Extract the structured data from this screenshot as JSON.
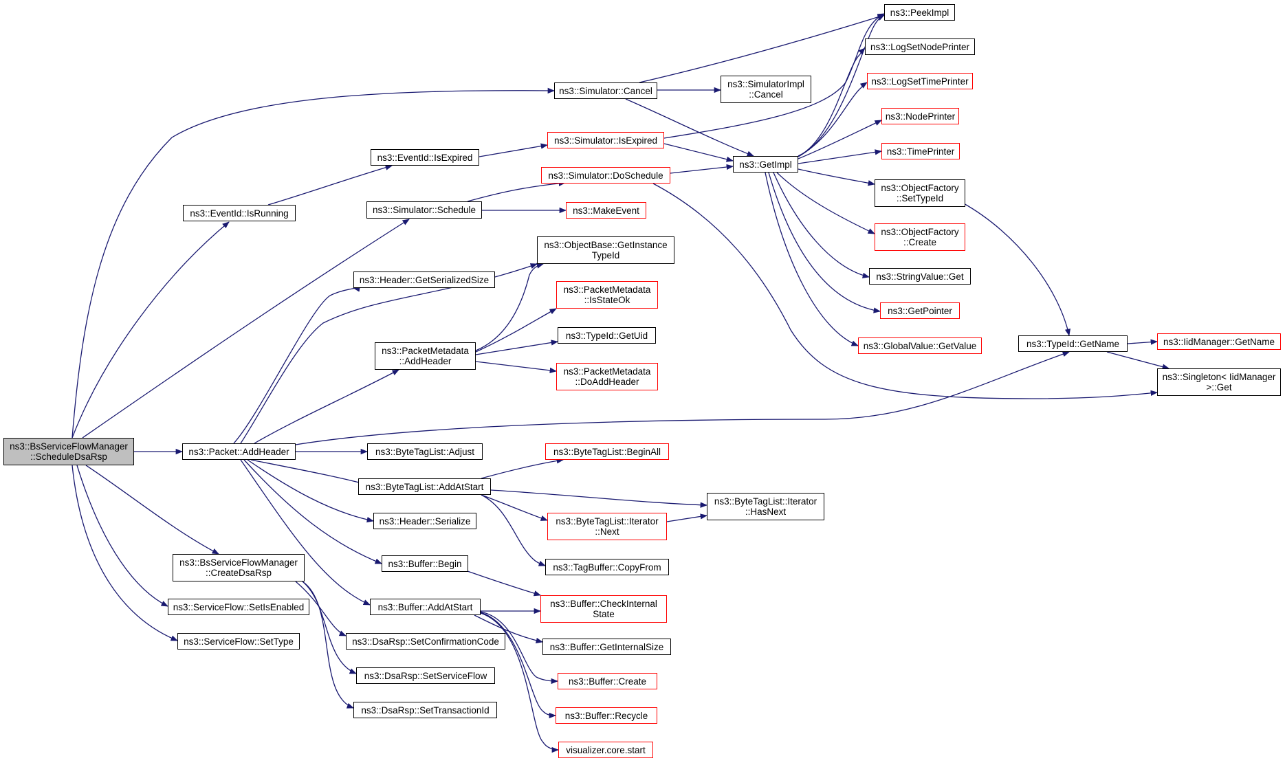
{
  "colors": {
    "edge": "#191970",
    "red_border": "#ff0000",
    "root_fill": "#bfbfbf"
  },
  "nodes": {
    "root": "ns3::BsServiceFlowManager\n::ScheduleDsaRsp",
    "eventid_isrunning": "ns3::EventId::IsRunning",
    "sim_schedule": "ns3::Simulator::Schedule",
    "packet_addheader": "ns3::Packet::AddHeader",
    "createdsarsp": "ns3::BsServiceFlowManager\n::CreateDsaRsp",
    "sf_setisenabled": "ns3::ServiceFlow::SetIsEnabled",
    "sf_settype": "ns3::ServiceFlow::SetType",
    "sim_cancel": "ns3::Simulator::Cancel",
    "eventid_isexpired": "ns3::EventId::IsExpired",
    "header_getserializedsize": "ns3::Header::GetSerializedSize",
    "pm_addheader": "ns3::PacketMetadata\n::AddHeader",
    "btl_adjust": "ns3::ByteTagList::Adjust",
    "btl_addatstart": "ns3::ByteTagList::AddAtStart",
    "header_serialize": "ns3::Header::Serialize",
    "buffer_begin": "ns3::Buffer::Begin",
    "buffer_addatstart": "ns3::Buffer::AddAtStart",
    "dsarsp_setconfirmationcode": "ns3::DsaRsp::SetConfirmationCode",
    "dsarsp_setserviceflow": "ns3::DsaRsp::SetServiceFlow",
    "dsarsp_settransactionid": "ns3::DsaRsp::SetTransactionId",
    "sim_isexpired": "ns3::Simulator::IsExpired",
    "sim_doschedule": "ns3::Simulator::DoSchedule",
    "makeevent": "ns3::MakeEvent",
    "objectbase_getinstancetypeid": "ns3::ObjectBase::GetInstance\nTypeId",
    "pm_isstateok": "ns3::PacketMetadata\n::IsStateOk",
    "typeid_getuid": "ns3::TypeId::GetUid",
    "pm_doaddheader": "ns3::PacketMetadata\n::DoAddHeader",
    "btl_beginall": "ns3::ByteTagList::BeginAll",
    "btl_iterator_next": "ns3::ByteTagList::Iterator\n::Next",
    "tagbuffer_copyfrom": "ns3::TagBuffer::CopyFrom",
    "buffer_checkinternalstate": "ns3::Buffer::CheckInternal\nState",
    "buffer_getinternalsize": "ns3::Buffer::GetInternalSize",
    "buffer_create": "ns3::Buffer::Create",
    "buffer_recycle": "ns3::Buffer::Recycle",
    "visualizer_core_start": "visualizer.core.start",
    "simimpl_cancel": "ns3::SimulatorImpl\n::Cancel",
    "getimpl": "ns3::GetImpl",
    "btl_iterator_hasnext": "ns3::ByteTagList::Iterator\n::HasNext",
    "peekimpl": "ns3::PeekImpl",
    "logsetnodeprinter": "ns3::LogSetNodePrinter",
    "logsettimeprinter": "ns3::LogSetTimePrinter",
    "nodeprinter": "ns3::NodePrinter",
    "timeprinter": "ns3::TimePrinter",
    "objectfactory_settypeid": "ns3::ObjectFactory\n::SetTypeId",
    "objectfactory_create": "ns3::ObjectFactory\n::Create",
    "stringvalue_get": "ns3::StringValue::Get",
    "getpointer": "ns3::GetPointer",
    "globalvalue_getvalue": "ns3::GlobalValue::GetValue",
    "typeid_getname": "ns3::TypeId::GetName",
    "iidmanager_getname": "ns3::IidManager::GetName",
    "singleton_get": "ns3::Singleton< IidManager\n>::Get"
  }
}
